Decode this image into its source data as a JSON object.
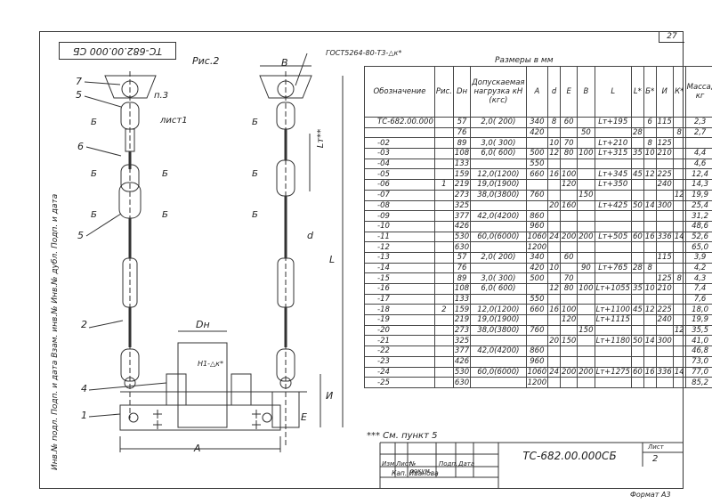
{
  "page_number": "27",
  "side_stamp": "Инв.№ подл.   Подп. и дата   Взам. инв.№   Инв.№ дубл.   Подп. и дата",
  "rotated_code": "ТС-682.00.000 СБ",
  "fig_label": "Рис.2",
  "gost_label": "ГОСТ5264-80-Т3-△к*",
  "weld_label": "Н1-△к*",
  "labels": {
    "b_top": "В",
    "n3": "п.3",
    "sheet1": "лист1",
    "Lt": "Lт**",
    "d": "d",
    "L": "L",
    "Dn": "Dн",
    "A": "A",
    "E": "E",
    "I": "И",
    "B": "Б",
    "n1": "1",
    "n2": "2",
    "n4": "4",
    "n5": "5",
    "n6": "6",
    "n7": "7"
  },
  "table": {
    "caption": "Размеры в мм",
    "headers": [
      "Обозначение",
      "Рис.",
      "Dн",
      "Допускаемая нагрузка кН (кгс)",
      "A",
      "d",
      "E",
      "B",
      "L",
      "L*",
      "Б*",
      "И",
      "К*",
      "Масса, кг"
    ],
    "rows": [
      [
        "ТС-682.00.000",
        "",
        "57",
        "2,0( 200)",
        "340",
        "8",
        "60",
        "",
        "Lт+195",
        "",
        "6",
        "115",
        "",
        "2,3"
      ],
      [
        "",
        "",
        "76",
        "",
        "420",
        "",
        "",
        "50",
        "",
        "28",
        "",
        "",
        "8",
        "2,7"
      ],
      [
        "-02",
        "",
        "89",
        "3,0( 300)",
        "",
        "10",
        "70",
        "",
        "Lт+210",
        "",
        "8",
        "125",
        "",
        ""
      ],
      [
        "-03",
        "",
        "108",
        "6,0( 600)",
        "500",
        "12",
        "80",
        "100",
        "Lт+315",
        "35",
        "10",
        "210",
        "",
        "4,4"
      ],
      [
        "-04",
        "",
        "133",
        "",
        "550",
        "",
        "",
        "",
        "",
        "",
        "",
        "",
        "",
        "4,6"
      ],
      [
        "-05",
        "",
        "159",
        "12,0(1200)",
        "660",
        "16",
        "100",
        "",
        "Lт+345",
        "45",
        "12",
        "225",
        "",
        "12,4"
      ],
      [
        "-06",
        "1",
        "219",
        "19,0(1900)",
        "",
        "",
        "120",
        "",
        "Lт+350",
        "",
        "",
        "240",
        "",
        "14,3"
      ],
      [
        "-07",
        "",
        "273",
        "38,0(3800)",
        "760",
        "",
        "",
        "150",
        "",
        "",
        "",
        "",
        "12",
        "19,9"
      ],
      [
        "-08",
        "",
        "325",
        "",
        "",
        "20",
        "160",
        "",
        "Lт+425",
        "50",
        "14",
        "300",
        "",
        "25,4"
      ],
      [
        "-09",
        "",
        "377",
        "42,0(4200)",
        "860",
        "",
        "",
        "",
        "",
        "",
        "",
        "",
        "",
        "31,2"
      ],
      [
        "-10",
        "",
        "426",
        "",
        "960",
        "",
        "",
        "",
        "",
        "",
        "",
        "",
        "",
        "48,6"
      ],
      [
        "-11",
        "",
        "530",
        "60,0(6000)",
        "1060",
        "24",
        "200",
        "200",
        "Lт+505",
        "60",
        "16",
        "336",
        "14",
        "52,6"
      ],
      [
        "-12",
        "",
        "630",
        "",
        "1200",
        "",
        "",
        "",
        "",
        "",
        "",
        "",
        "",
        "65,0"
      ],
      [
        "-13",
        "",
        "57",
        "2,0( 200)",
        "340",
        "",
        "60",
        "",
        "",
        "",
        "",
        "115",
        "",
        "3,9"
      ],
      [
        "-14",
        "",
        "76",
        "",
        "420",
        "10",
        "",
        "90",
        "Lт+765",
        "28",
        "8",
        "",
        "",
        "4,2"
      ],
      [
        "-15",
        "",
        "89",
        "3,0( 300)",
        "500",
        "",
        "70",
        "",
        "",
        "",
        "",
        "125",
        "8",
        "4,3"
      ],
      [
        "-16",
        "",
        "108",
        "6,0( 600)",
        "",
        "12",
        "80",
        "100",
        "Lт+1055",
        "35",
        "10",
        "210",
        "",
        "7,4"
      ],
      [
        "-17",
        "",
        "133",
        "",
        "550",
        "",
        "",
        "",
        "",
        "",
        "",
        "",
        "",
        "7,6"
      ],
      [
        "-18",
        "2",
        "159",
        "12,0(1200)",
        "660",
        "16",
        "100",
        "",
        "Lт+1100",
        "45",
        "12",
        "225",
        "",
        "18,0"
      ],
      [
        "-19",
        "",
        "219",
        "19,0(1900)",
        "",
        "",
        "120",
        "",
        "Lт+1115",
        "",
        "",
        "240",
        "",
        "19,9"
      ],
      [
        "-20",
        "",
        "273",
        "38,0(3800)",
        "760",
        "",
        "",
        "150",
        "",
        "",
        "",
        "",
        "12",
        "35,5"
      ],
      [
        "-21",
        "",
        "325",
        "",
        "",
        "20",
        "150",
        "",
        "Lт+1180",
        "50",
        "14",
        "300",
        "",
        "41,0"
      ],
      [
        "-22",
        "",
        "377",
        "42,0(4200)",
        "860",
        "",
        "",
        "",
        "",
        "",
        "",
        "",
        "",
        "46,8"
      ],
      [
        "-23",
        "",
        "426",
        "",
        "960",
        "",
        "",
        "",
        "",
        "",
        "",
        "",
        "",
        "73,0"
      ],
      [
        "-24",
        "",
        "530",
        "60,0(6000)",
        "1060",
        "24",
        "200",
        "200",
        "Lт+1275",
        "60",
        "16",
        "336",
        "14",
        "77,0"
      ],
      [
        "-25",
        "",
        "630",
        "",
        "1200",
        "",
        "",
        "",
        "",
        "",
        "",
        "",
        "",
        "85,2"
      ]
    ]
  },
  "note": "*** См. пункт 5",
  "title_block": {
    "cells": [
      "Изм.",
      "Лист",
      "№ докум.",
      "Подп.",
      "Дата"
    ],
    "author": "Кап. Иванова",
    "code": "ТС-682.00.000СБ",
    "sheet_label": "Лист",
    "sheet_number": "2",
    "format": "Формат А3"
  }
}
